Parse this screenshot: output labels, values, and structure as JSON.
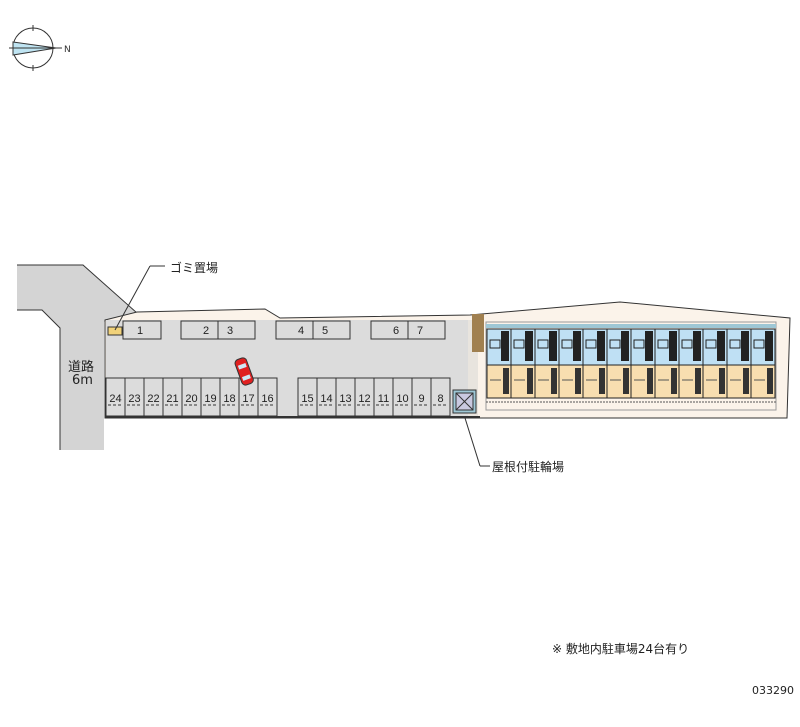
{
  "labels": {
    "garbage": "ゴミ置場",
    "road": "道路",
    "road_width": "6m",
    "bicycle_parking": "屋根付駐輪場",
    "note": "※ 敷地内駐車場24台有り",
    "code": "033290"
  },
  "compass": {
    "north_label": "N"
  },
  "parking": {
    "top_pairs": [
      [
        "1"
      ],
      [
        "2",
        "3"
      ],
      [
        "4",
        "5"
      ],
      [
        "6",
        "7"
      ]
    ],
    "bottom_left": [
      "24",
      "23",
      "22",
      "21",
      "20",
      "19",
      "18",
      "17",
      "16"
    ],
    "bottom_right": [
      "15",
      "14",
      "13",
      "12",
      "11",
      "10",
      "9",
      "8"
    ],
    "highlighted_space": "17"
  },
  "building": {
    "units": 12
  },
  "colors": {
    "lot": "#dcdcdc",
    "road": "#d4d4d4",
    "car": "#e02020",
    "unit_blue": "#bfe0f4",
    "unit_beige": "#f8deb0",
    "site": "#fbf3ea"
  }
}
